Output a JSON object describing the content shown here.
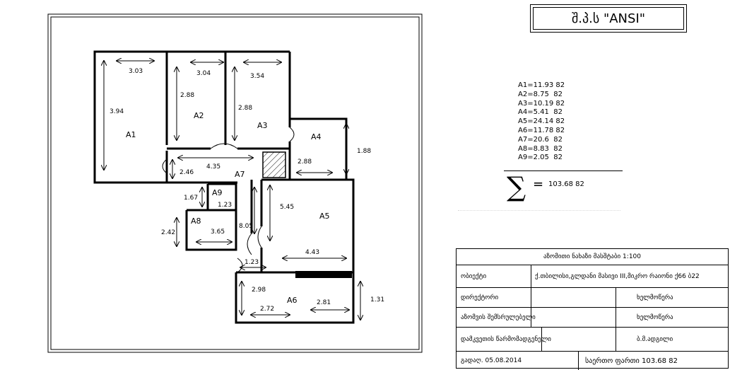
{
  "company": "შ.პ.ს \"ANSI\"",
  "rooms": [
    {
      "id": "A1",
      "area": "11.93 82"
    },
    {
      "id": "A2",
      "area": "8.75  82"
    },
    {
      "id": "A3",
      "area": "10.19 82"
    },
    {
      "id": "A4",
      "area": "5.41  82"
    },
    {
      "id": "A5",
      "area": "24.14 82"
    },
    {
      "id": "A6",
      "area": "11.78 82"
    },
    {
      "id": "A7",
      "area": "20.6  82"
    },
    {
      "id": "A8",
      "area": "8.83  82"
    },
    {
      "id": "A9",
      "area": "2.05  82"
    }
  ],
  "total": {
    "symbol": "∑",
    "eq": "=",
    "value": "103.68 82"
  },
  "dimensions": {
    "a1_width": "3.03",
    "a1_height": "3.94",
    "a2_width": "3.04",
    "a2_height": "2.88",
    "a3_width": "3.54",
    "a3_height": "2.88",
    "a4_width": "2.88",
    "a4_height": "1.88",
    "a7_width": "4.35",
    "a7_side": "2.46",
    "a7_length": "8.05",
    "a7_bottom": "1.23",
    "a9_height": "1.67",
    "a9_width": "1.23",
    "a8_height": "2.42",
    "a8_width": "3.65",
    "a5_height": "5.45",
    "a5_width": "4.43",
    "a6_height": "2.98",
    "a6_width1": "2.72",
    "a6_width2": "2.81",
    "a6_side": "1.31"
  },
  "title_block": {
    "header": "აზომითი ნახაზი  მასშტაბი 1:100",
    "object_label": "ობიექტი",
    "object_value": "ქ.თბილისი,გლდანი მასივი III,მიკრო რაიონი ქ66 ბ22",
    "row2_label": "დირექტორი",
    "row2_right": "ხელმოწერა",
    "row3_label": "აზომვის შემსრულებელი",
    "row3_right": "ხელმოწერა",
    "row4_label": "დამკვეთის წარმომადგენელი",
    "row4_right": "ბ.მ.ადგილი",
    "date": "გადაღ. 05.08.2014",
    "total_label": "საერთო ფართი 103.68 82"
  }
}
